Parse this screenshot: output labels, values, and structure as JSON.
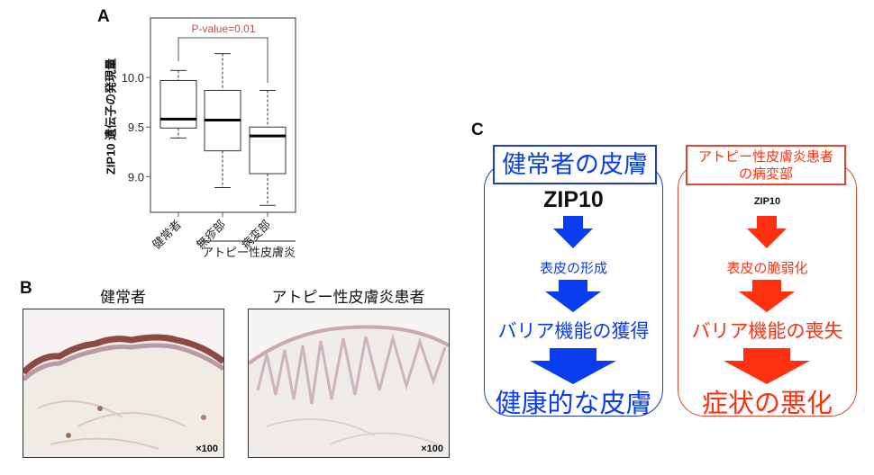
{
  "panel_a": {
    "label": "A",
    "p_value": "P-value=0.01",
    "group_label": "アトピー性皮膚炎",
    "chart_data": {
      "type": "boxplot",
      "ylabel": "ZIP10 遺伝子の発現量",
      "ylim": [
        8.64,
        10.6
      ],
      "yticks": [
        "9.0",
        "9.5",
        "10.0"
      ],
      "ytick_values": [
        9.0,
        9.5,
        10.0
      ],
      "categories": [
        "健常者",
        "無疹部",
        "病変部"
      ],
      "boxes": [
        {
          "lower": 9.39,
          "q1": 9.49,
          "median": 9.58,
          "q3": 9.97,
          "upper": 10.07
        },
        {
          "lower": 8.89,
          "q1": 9.26,
          "median": 9.57,
          "q3": 9.87,
          "upper": 10.24
        },
        {
          "lower": 8.71,
          "q1": 9.03,
          "median": 9.41,
          "q3": 9.5,
          "upper": 9.87
        }
      ]
    }
  },
  "panel_b": {
    "label": "B",
    "images": [
      {
        "title": "健常者",
        "magnification": "×100"
      },
      {
        "title": "アトピー性皮膚炎患者",
        "magnification": "×100"
      }
    ]
  },
  "panel_c": {
    "label": "C",
    "healthy": {
      "title": "健常者の皮膚",
      "gene": "ZIP10",
      "step1": "表皮の形成",
      "step2": "バリア機能の獲得",
      "result": "健康的な皮膚",
      "color": "#0a3cf0"
    },
    "atopic": {
      "title_line1": "アトピー性皮膚炎患者",
      "title_line2": "の病変部",
      "gene": "ZIP10",
      "step1": "表皮の脆弱化",
      "step2": "バリア機能の喪失",
      "result": "症状の悪化",
      "color": "#ff3010"
    }
  }
}
